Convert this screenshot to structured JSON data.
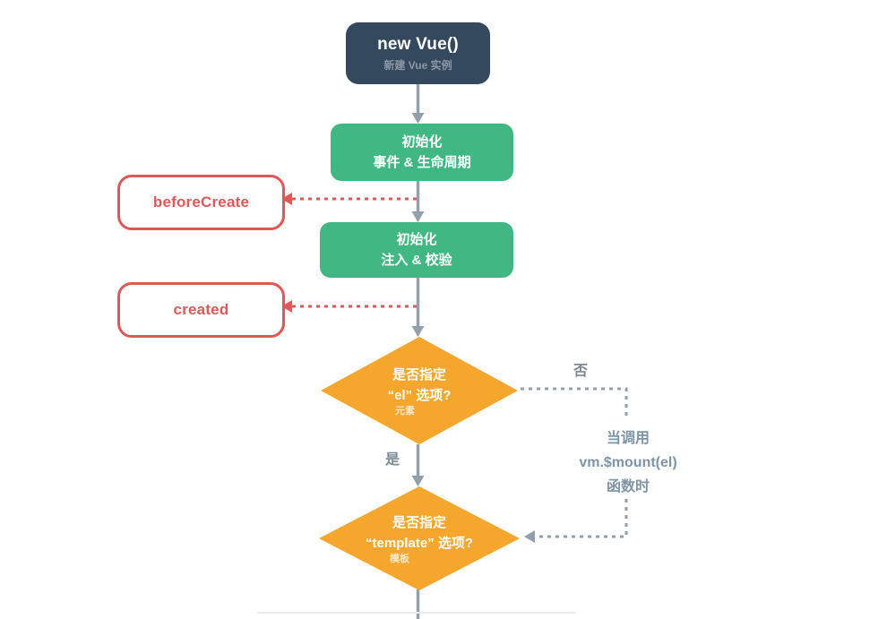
{
  "diagram_title": "Vue instance lifecycle (top section)",
  "colors": {
    "navy": "#35495E",
    "green": "#41B883",
    "orange": "#F5A62D",
    "red": "#DF5858",
    "connector_gray": "#92A0AB",
    "edge_label_gray": "#7C8A93",
    "side_note_slate": "#7E95A6"
  },
  "nodes": {
    "new_vue": {
      "title": "new Vue()",
      "subtitle": "新建 Vue 实例"
    },
    "init_events": {
      "line1": "初始化",
      "line2": "事件 & 生命周期"
    },
    "before_create": {
      "label": "beforeCreate"
    },
    "init_injections": {
      "line1": "初始化",
      "line2": "注入 & 校验"
    },
    "created": {
      "label": "created"
    },
    "has_el_option": {
      "line1": "是否指定",
      "line2": "“el” 选项?",
      "note": "元素"
    },
    "has_template_option": {
      "line1": "是否指定",
      "line2": "“template” 选项?",
      "note": "模板"
    }
  },
  "edge_labels": {
    "no": "否",
    "yes": "是"
  },
  "side_note": {
    "line1": "当调用",
    "line2": "vm.$mount(el)",
    "line3": "函数时"
  }
}
